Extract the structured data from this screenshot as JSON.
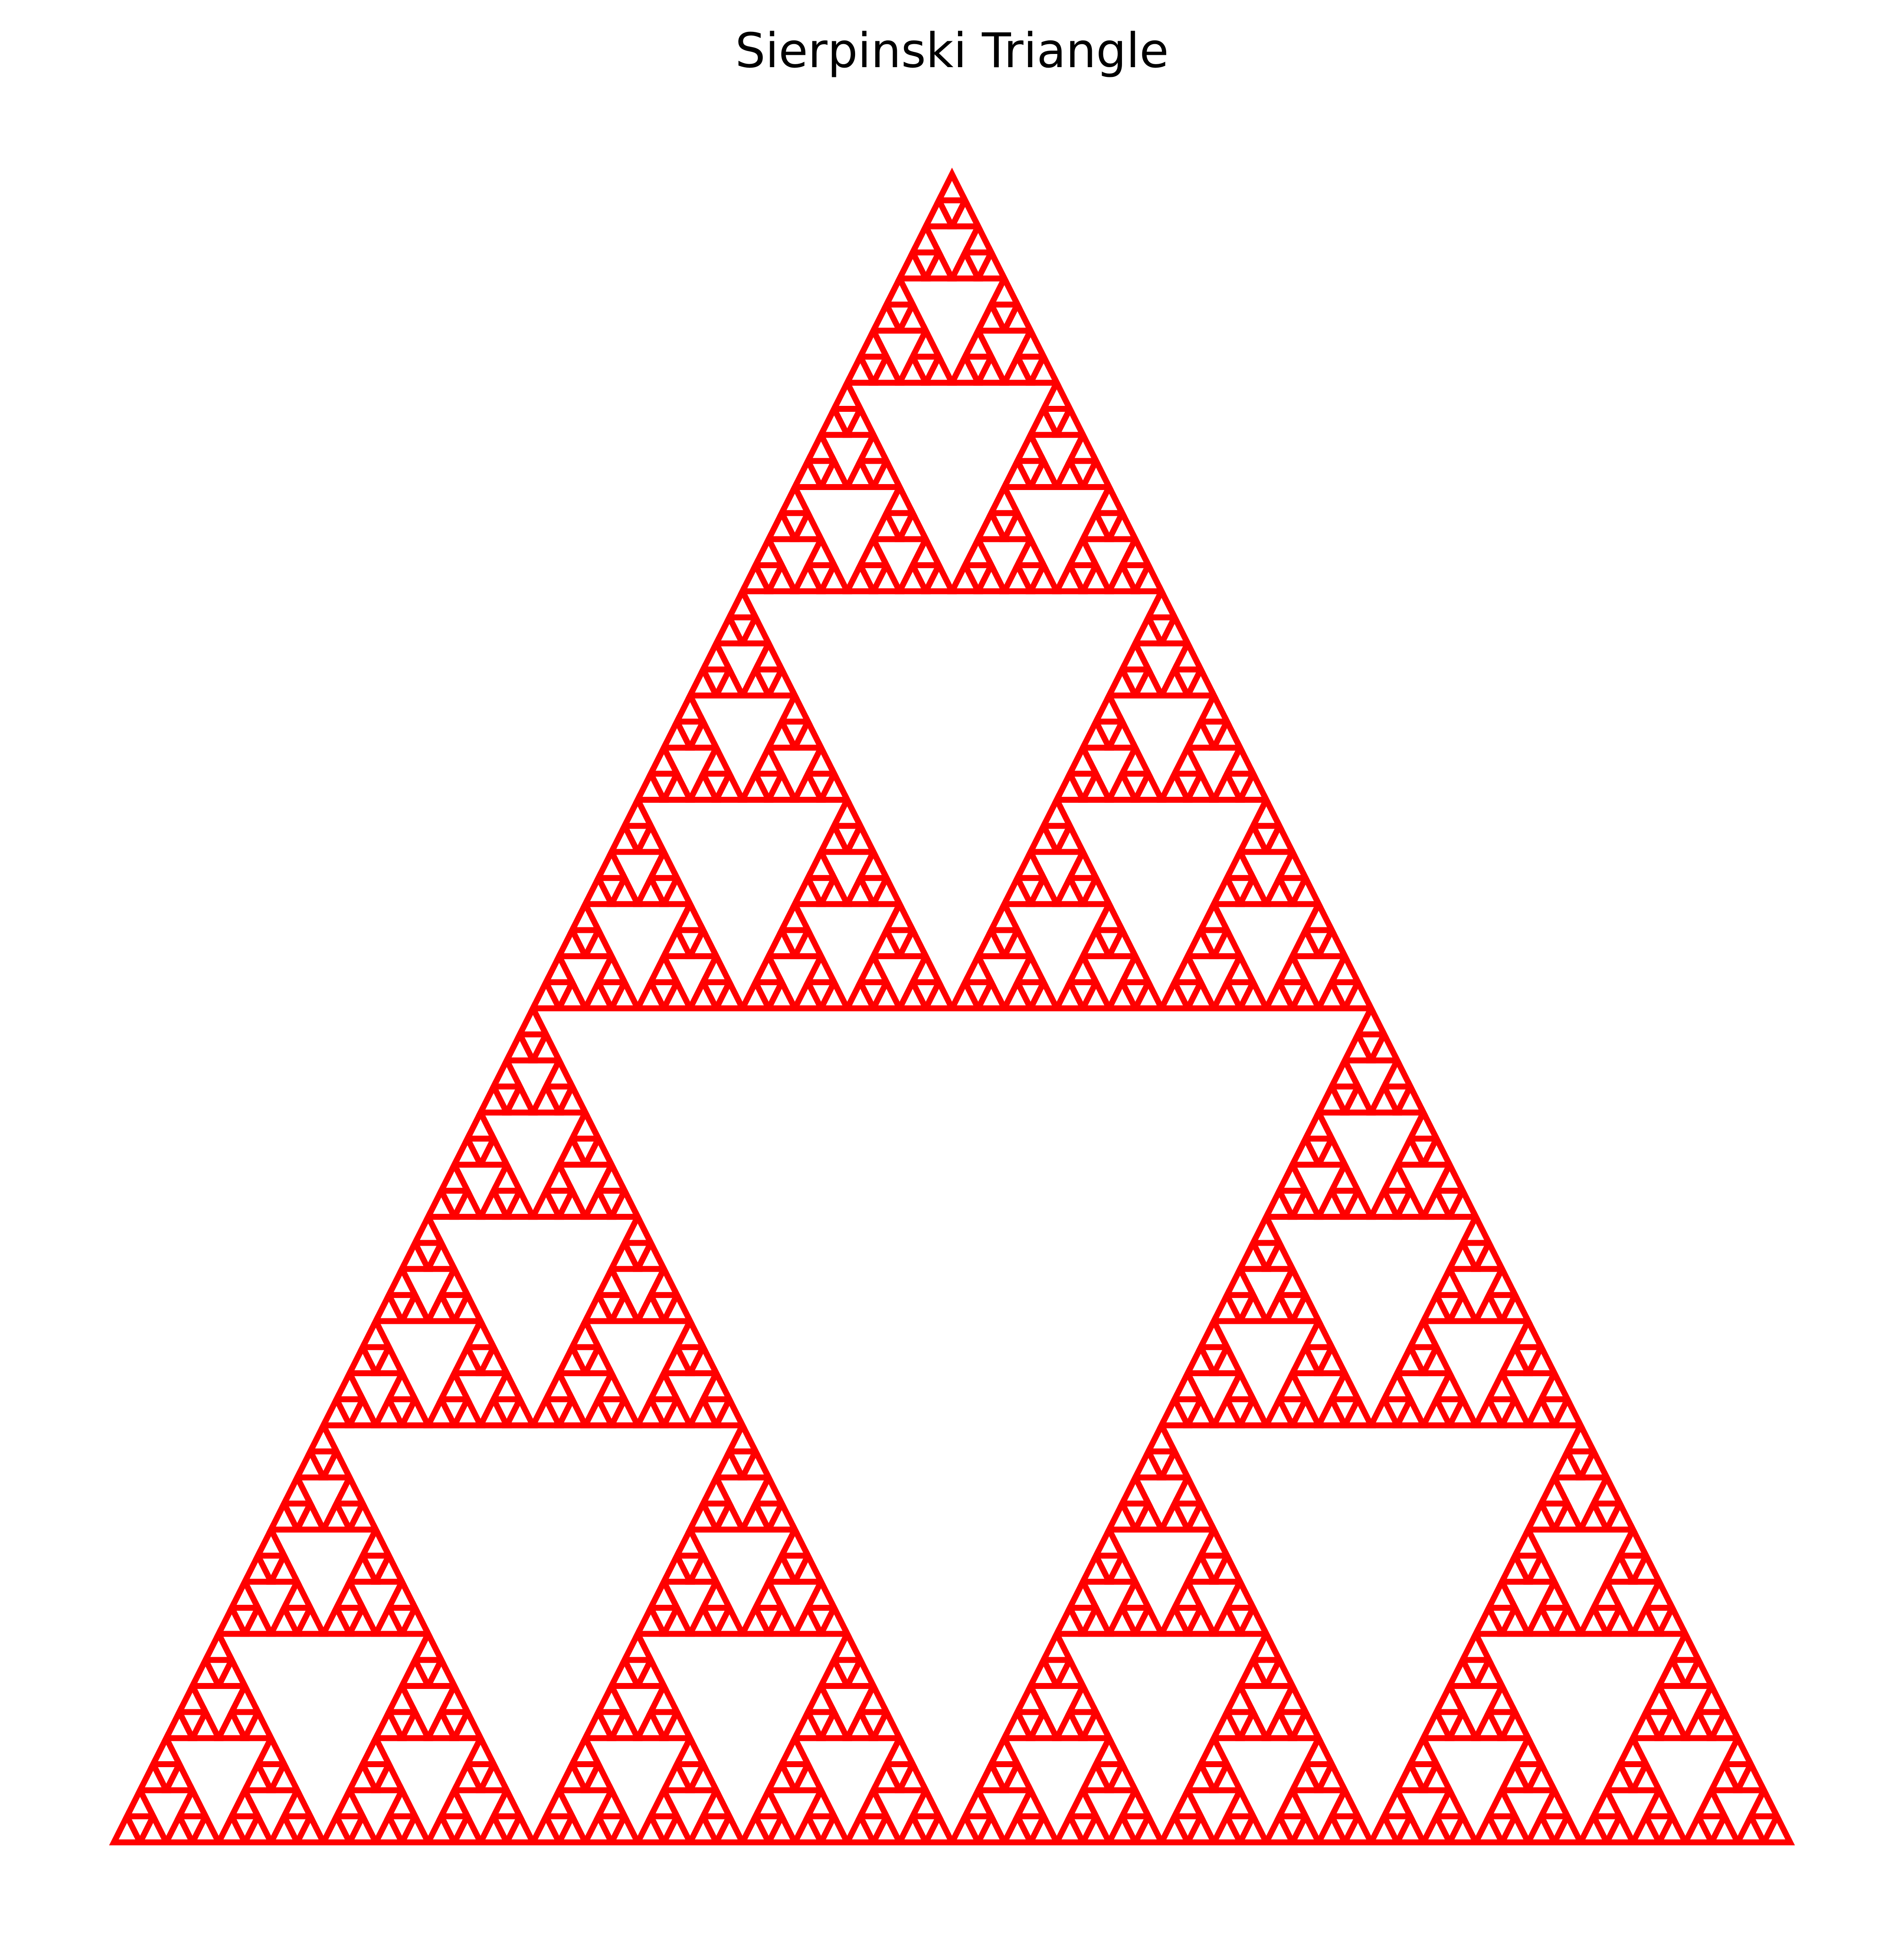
{
  "title": "Sierpinski Triangle",
  "fractal": {
    "kind": "sierpinski-triangle",
    "recursion_depth": 6,
    "line_color": "#ff0000",
    "background_color": "#ffffff",
    "outer_triangle": {
      "base_left": [
        0,
        0
      ],
      "base_right": [
        1,
        0
      ],
      "apex": [
        0.5,
        0.866
      ]
    }
  }
}
